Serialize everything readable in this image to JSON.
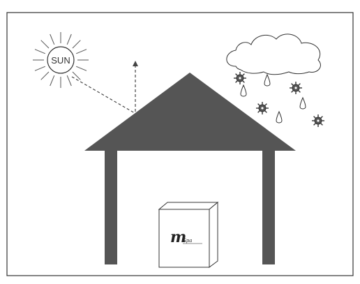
{
  "sun": {
    "label": "SUN"
  },
  "unit": {
    "logo_text": "m",
    "logo_script": "Spa"
  },
  "colors": {
    "roof": "#555555",
    "pillars": "#555555",
    "outline": "#333333",
    "background": "#ffffff"
  },
  "icons": [
    "sun-icon",
    "cloud-icon",
    "snowflake-icon",
    "raindrop-icon",
    "arrow-up-icon"
  ]
}
